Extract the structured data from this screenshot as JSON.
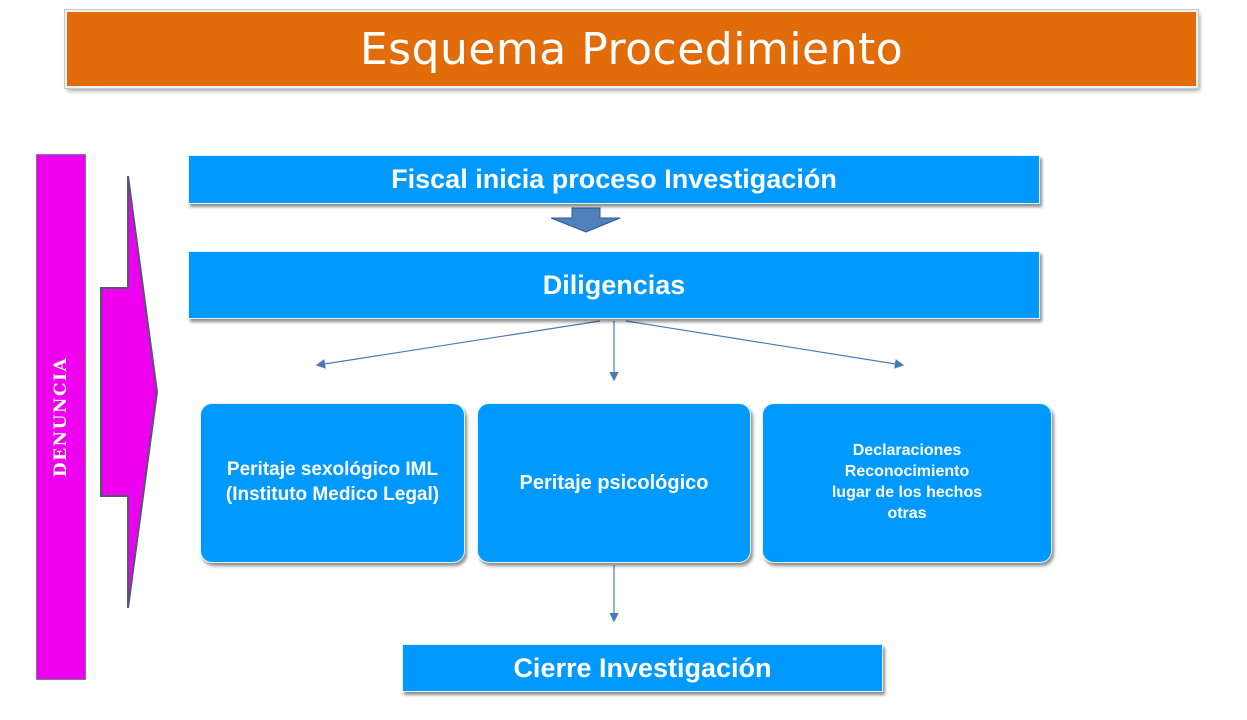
{
  "title": "Esquema Procedimiento",
  "sidebar": {
    "label": "DENUNCIA"
  },
  "steps": {
    "fiscal": "Fiscal  inicia proceso Investigación",
    "diligencias": "Diligencias",
    "cierre": "Cierre Investigación"
  },
  "boxes": [
    {
      "lines": [
        "Peritaje sexológico IML",
        "(Instituto Medico Legal)"
      ]
    },
    {
      "lines": [
        "Peritaje psicológico"
      ]
    },
    {
      "lines": [
        "Declaraciones",
        "Reconocimiento",
        "lugar de los hechos",
        "otras"
      ]
    }
  ],
  "colors": {
    "title_bg": "#e36c0a",
    "step_bg": "#0099ff",
    "denuncia_bg": "#ee00ee",
    "big_arrow": "#ee00ee",
    "down_arrow": "#4f81bd",
    "connector": "#4a7ab5"
  }
}
